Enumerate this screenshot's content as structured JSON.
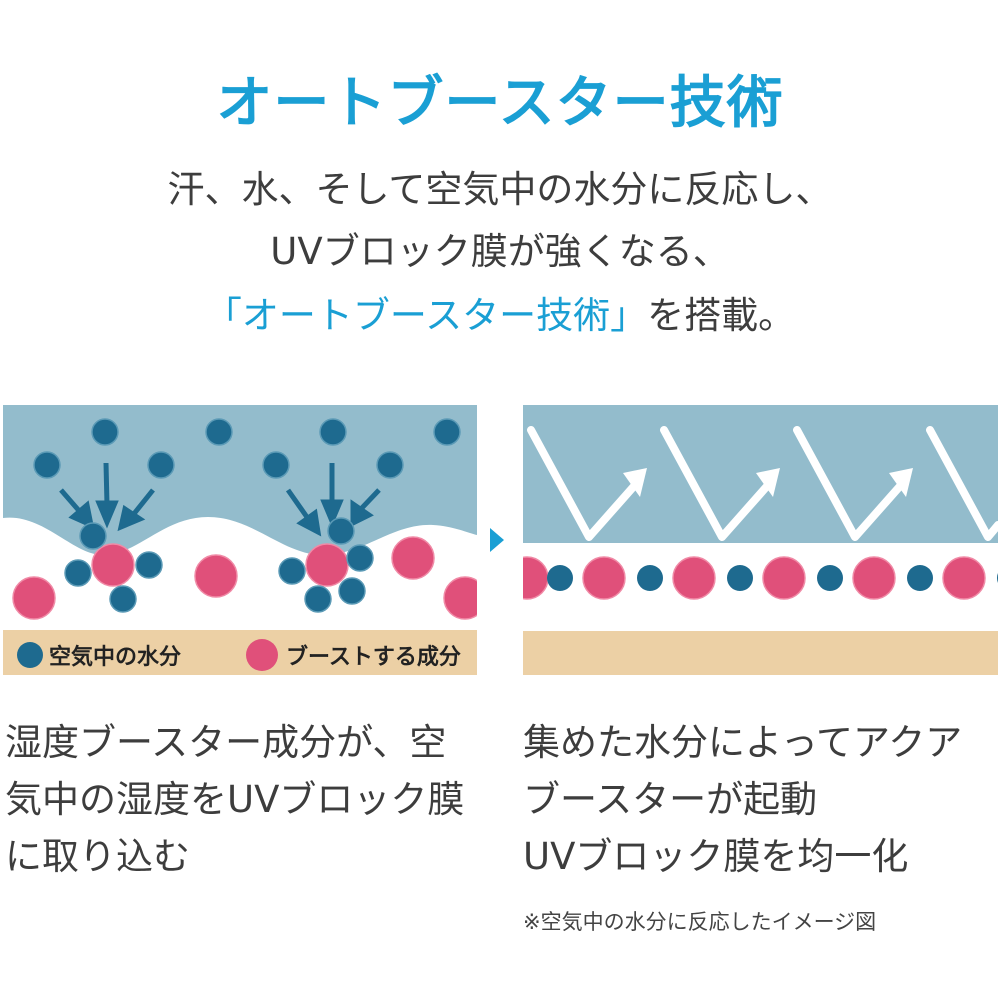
{
  "title": "オートブースター技術",
  "subtitle": {
    "line1": "汗、水、そして空気中の水分に反応し、",
    "line2": "UVブロック膜が強くなる、",
    "line3_highlight": "「オートブースター技術」",
    "line3_rest": "を搭載。"
  },
  "legend": {
    "water": "空気中の水分",
    "boost": "ブーストする成分"
  },
  "captions": {
    "left": [
      "湿度ブースター成分が、空",
      "気中の湿度をUVブロック膜",
      "に取り込む"
    ],
    "right": [
      "集めた水分によってアクア",
      "ブースターが起動",
      "UVブロック膜を均一化"
    ]
  },
  "footnote": "※空気中の水分に反応したイメージ図",
  "colors": {
    "accent": "#1a9fd4",
    "sky": "#93bccc",
    "water_dot": "#1e6a8f",
    "boost_dot": "#e0507a",
    "skin": "#ecd0a5"
  }
}
